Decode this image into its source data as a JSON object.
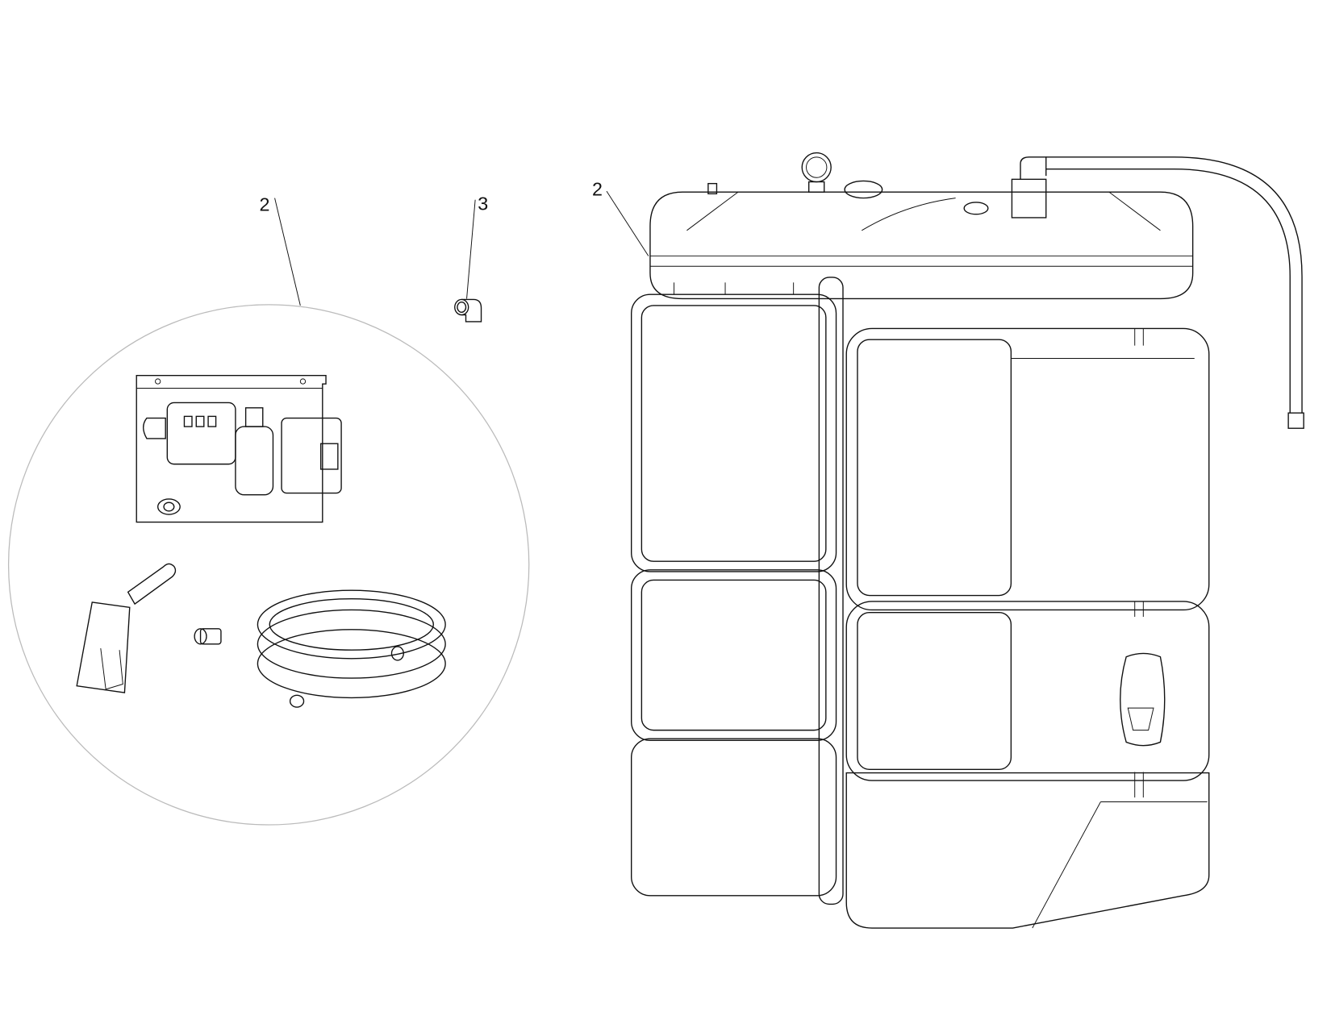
{
  "callouts": [
    {
      "id": "kit",
      "label": "2"
    },
    {
      "id": "elbow",
      "label": "3"
    },
    {
      "id": "tank",
      "label": "2"
    }
  ],
  "colors": {
    "line": "#111111",
    "detail_circle": "#bbbbbb",
    "background": "#ffffff"
  }
}
